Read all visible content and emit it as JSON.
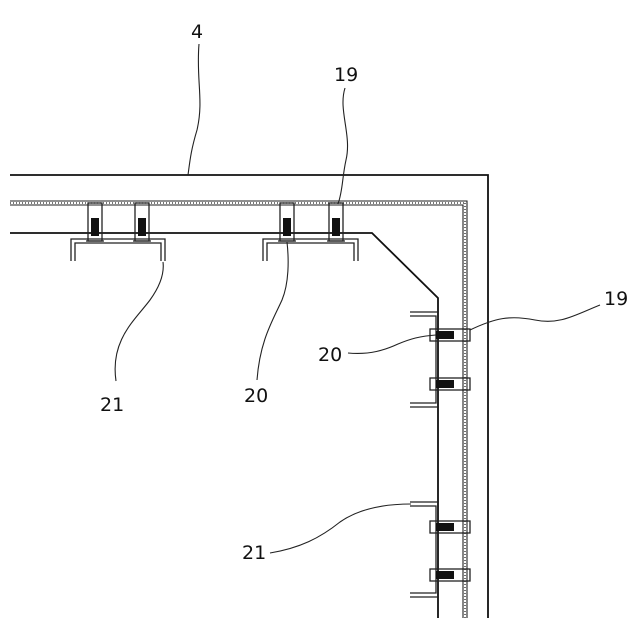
{
  "labels": {
    "wall": "4",
    "clip_top": "19",
    "clip_side": "19",
    "bracket_top": "20",
    "bracket_side": "20",
    "rail_top": "21",
    "rail_side": "21"
  },
  "colors": {
    "line": "#222222",
    "fill_dark": "#111111",
    "background": "#ffffff"
  }
}
